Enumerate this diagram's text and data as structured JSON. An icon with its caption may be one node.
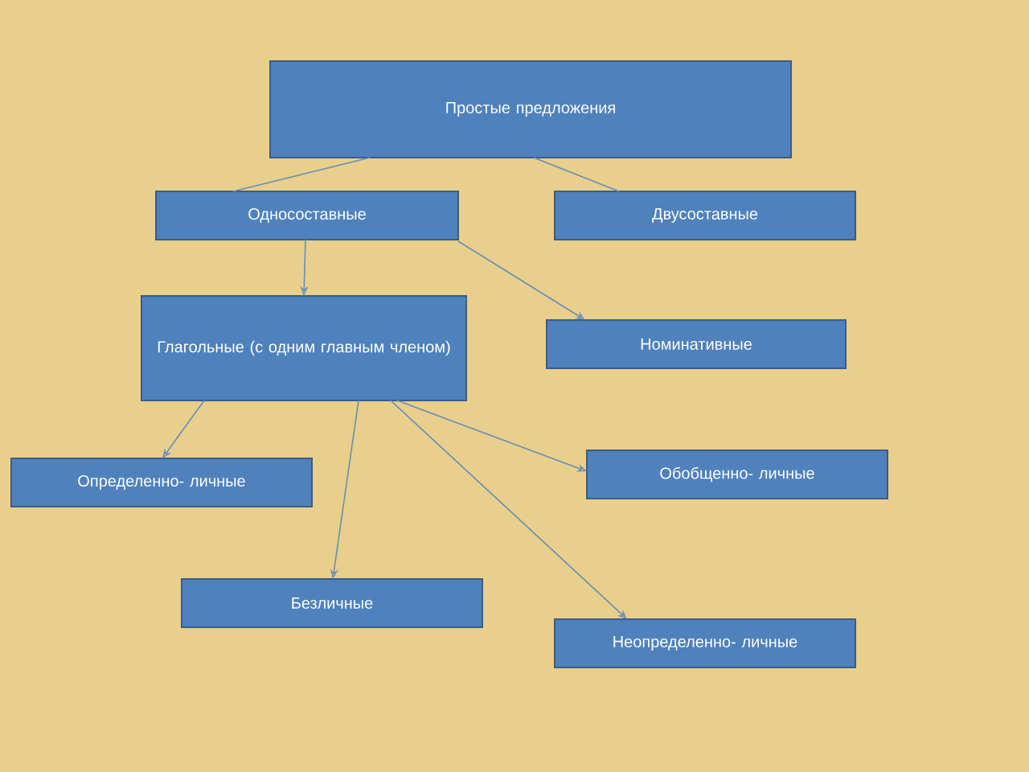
{
  "diagram": {
    "nodes": [
      {
        "text": [
          "Простые предложения"
        ]
      },
      {
        "text": [
          "Односоставные"
        ]
      },
      {
        "text": [
          "Двусоставные"
        ]
      },
      {
        "text": [
          "Глагольные (с одним главным членом)"
        ]
      },
      {
        "text": [
          "Номинативные"
        ]
      },
      {
        "text": [
          "Определенно- личные"
        ]
      },
      {
        "text": [
          "Обобщенно- личные"
        ]
      },
      {
        "text": [
          "Безличные"
        ]
      },
      {
        "text": [
          "Неопределенно- личные"
        ]
      }
    ],
    "edges": [
      {
        "from": 0,
        "to": 1,
        "arrow": "none"
      },
      {
        "from": 0,
        "to": 2,
        "arrow": "none"
      },
      {
        "from": 1,
        "to": 3,
        "arrow": "to"
      },
      {
        "from": 1,
        "to": 4,
        "arrow": "to"
      },
      {
        "from": 3,
        "to": 5,
        "arrow": "to"
      },
      {
        "from": 3,
        "to": 7,
        "arrow": "to"
      },
      {
        "from": 3,
        "to": 6,
        "arrow": "to"
      },
      {
        "from": 3,
        "to": 8,
        "arrow": "to"
      }
    ]
  }
}
